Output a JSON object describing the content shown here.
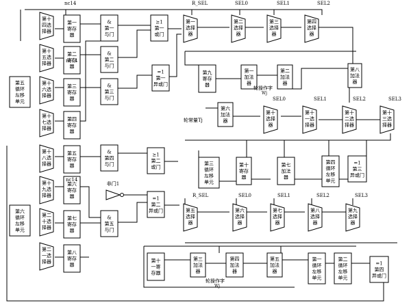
{
  "signals": {
    "nc14": "nc14",
    "r_sel": "R_SEL",
    "sel0": "SEL0",
    "sel1": "SEL1",
    "sel2": "SEL2",
    "sel3": "SEL3",
    "round_const": "轮常量Tj",
    "round_word_a": "轮操作字",
    "round_word_a_sub": "Wj",
    "round_word_b": "轮操作字",
    "round_word_b_sub": "Wj"
  },
  "muxes": [
    {
      "id": "mux1",
      "l1": "第十",
      "l2": "四选",
      "l3": "择器"
    },
    {
      "id": "mux2",
      "l1": "第十",
      "l2": "五选",
      "l3": "择器"
    },
    {
      "id": "mux3",
      "l1": "第十",
      "l2": "六选",
      "l3": "择器"
    },
    {
      "id": "mux4",
      "l1": "第十",
      "l2": "七选",
      "l3": "择器"
    },
    {
      "id": "mux5",
      "l1": "第十",
      "l2": "八选",
      "l3": "择器"
    },
    {
      "id": "mux6",
      "l1": "第十",
      "l2": "九选",
      "l3": "择器"
    },
    {
      "id": "mux7",
      "l1": "第二",
      "l2": "十选",
      "l3": "择器"
    },
    {
      "id": "mux8",
      "l1": "第二",
      "l2": "一选",
      "l3": "择器"
    },
    {
      "id": "mux9",
      "l1": "第一",
      "l2": "选择",
      "l3": "器"
    },
    {
      "id": "mux10",
      "l1": "第二",
      "l2": "选择",
      "l3": "器"
    },
    {
      "id": "mux11",
      "l1": "第三",
      "l2": "选择",
      "l3": "器"
    },
    {
      "id": "mux12",
      "l1": "第四",
      "l2": "选择",
      "l3": "器"
    },
    {
      "id": "mux13",
      "l1": "第十",
      "l2": "选择",
      "l3": "器"
    },
    {
      "id": "mux14",
      "l1": "第十",
      "l2": "一选",
      "l3": "择器"
    },
    {
      "id": "mux15",
      "l1": "第十",
      "l2": "二选",
      "l3": "择器"
    },
    {
      "id": "mux16",
      "l1": "第十",
      "l2": "三选",
      "l3": "择器"
    },
    {
      "id": "mux17",
      "l1": "第五",
      "l2": "选择",
      "l3": "器"
    },
    {
      "id": "mux18",
      "l1": "第六",
      "l2": "选择",
      "l3": "器"
    },
    {
      "id": "mux19",
      "l1": "第七",
      "l2": "选择",
      "l3": "器"
    },
    {
      "id": "mux20",
      "l1": "第八",
      "l2": "选择",
      "l3": "器"
    },
    {
      "id": "mux21",
      "l1": "第九",
      "l2": "选择",
      "l3": "器"
    }
  ],
  "blocks": [
    {
      "id": "reg1",
      "l1": "第一",
      "l2": "寄存",
      "l3": "器"
    },
    {
      "id": "reg2",
      "l1": "第二",
      "l2": "寄存",
      "l3": "器"
    },
    {
      "id": "reg3",
      "l1": "第三",
      "l2": "寄存",
      "l3": "器"
    },
    {
      "id": "reg4",
      "l1": "第四",
      "l2": "寄存",
      "l3": "器"
    },
    {
      "id": "reg5",
      "l1": "第五",
      "l2": "寄存",
      "l3": "器"
    },
    {
      "id": "reg6",
      "l1": "第六",
      "l2": "寄存",
      "l3": "器"
    },
    {
      "id": "reg7",
      "l1": "第七",
      "l2": "寄存",
      "l3": "器"
    },
    {
      "id": "reg8",
      "l1": "第八",
      "l2": "寄存",
      "l3": "器"
    },
    {
      "id": "and1",
      "l1": "&",
      "l2": "第一",
      "l3": "与门"
    },
    {
      "id": "and2",
      "l1": "&",
      "l2": "第二",
      "l3": "与门"
    },
    {
      "id": "and3",
      "l1": "&",
      "l2": "第三",
      "l3": "与门"
    },
    {
      "id": "and4",
      "l1": "&",
      "l2": "第四",
      "l3": "与门"
    },
    {
      "id": "and5",
      "l1": "&",
      "l2": "第五",
      "l3": "与门"
    },
    {
      "id": "or1",
      "l1": "≥1",
      "l2": "第一",
      "l3": "或门"
    },
    {
      "id": "or2",
      "l1": "≥1",
      "l2": "第二",
      "l3": "或门"
    },
    {
      "id": "xor1",
      "l1": "=1",
      "l2": "第一",
      "l3": "异或门"
    },
    {
      "id": "xor2",
      "l1": "=1",
      "l2": "第二",
      "l3": "异或门"
    },
    {
      "id": "xor3",
      "l1": "=1",
      "l2": "第三",
      "l3": "异或门"
    },
    {
      "id": "xor4",
      "l1": "=1",
      "l2": "第四",
      "l3": "异或门"
    },
    {
      "id": "rot5",
      "l1": "第五",
      "l2": "循环",
      "l3": "左移",
      "l4": "单元"
    },
    {
      "id": "rot6",
      "l1": "第六",
      "l2": "循环",
      "l3": "左移",
      "l4": "单元"
    },
    {
      "id": "rot3",
      "l1": "第三",
      "l2": "循环",
      "l3": "左移",
      "l4": "单元"
    },
    {
      "id": "rot4",
      "l1": "第四",
      "l2": "循环",
      "l3": "左移",
      "l4": "单元"
    },
    {
      "id": "rot1",
      "l1": "第一",
      "l2": "循环",
      "l3": "左移",
      "l4": "单元"
    },
    {
      "id": "rot2",
      "l1": "第二",
      "l2": "循环",
      "l3": "左移",
      "l4": "单元"
    },
    {
      "id": "reg9",
      "l1": "第九",
      "l2": "寄存",
      "l3": "器"
    },
    {
      "id": "reg10",
      "l1": "第十",
      "l2": "寄存",
      "l3": "器"
    },
    {
      "id": "reg11",
      "l1": "第十",
      "l2": "一寄",
      "l3": "存器"
    },
    {
      "id": "reg12",
      "l1": "第十",
      "l2": "寄存",
      "l3": "器"
    },
    {
      "id": "add1",
      "l1": "第一",
      "l2": "加法",
      "l3": "器"
    },
    {
      "id": "add2",
      "l1": "第二",
      "l2": "加法",
      "l3": "器"
    },
    {
      "id": "add3",
      "l1": "第三",
      "l2": "加法",
      "l3": "器"
    },
    {
      "id": "add4",
      "l1": "第四",
      "l2": "加法",
      "l3": "器"
    },
    {
      "id": "add5",
      "l1": "第五",
      "l2": "加法",
      "l3": "器"
    },
    {
      "id": "add6",
      "l1": "第六",
      "l2": "加法",
      "l3": "器"
    },
    {
      "id": "add7",
      "l1": "第七",
      "l2": "加法",
      "l3": "器"
    },
    {
      "id": "add8",
      "l1": "第八",
      "l2": "加法",
      "l3": "器"
    }
  ],
  "not_gate": {
    "label": "非门1"
  }
}
